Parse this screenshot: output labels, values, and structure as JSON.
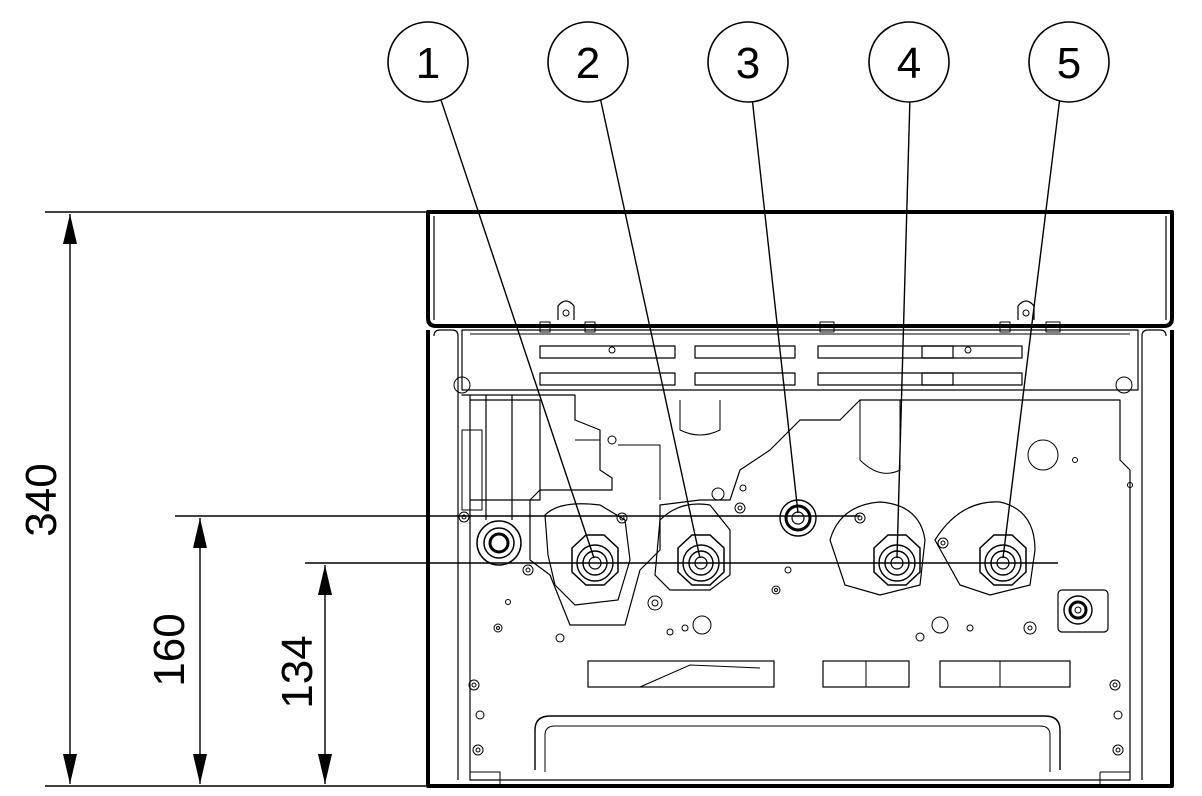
{
  "callouts": [
    {
      "label": "1"
    },
    {
      "label": "2"
    },
    {
      "label": "3"
    },
    {
      "label": "4"
    },
    {
      "label": "5"
    }
  ],
  "dimensions": {
    "total_height": "340",
    "upper_connection_height": "160",
    "lower_connection_height": "134"
  },
  "colors": {
    "line": "#000000",
    "background": "#ffffff"
  }
}
